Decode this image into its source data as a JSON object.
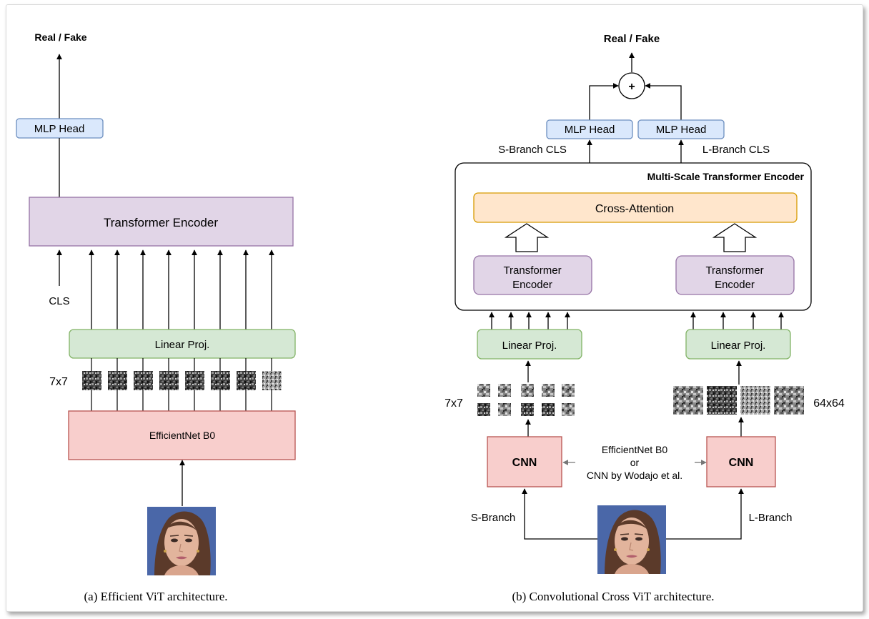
{
  "left": {
    "output_label": "Real / Fake",
    "mlp_head": "MLP Head",
    "transformer_encoder": "Transformer Encoder",
    "cls_label": "CLS",
    "linear_proj": "Linear Proj.",
    "patch_size": "7x7",
    "backbone": "EfficientNet B0",
    "caption": "(a) Efficient ViT architecture."
  },
  "right": {
    "output_label": "Real / Fake",
    "sum_symbol": "+",
    "mlp_head_s": "MLP Head",
    "mlp_head_l": "MLP Head",
    "s_branch_cls": "S-Branch CLS",
    "l_branch_cls": "L-Branch CLS",
    "encoder_title": "Multi-Scale Transformer Encoder",
    "cross_attention": "Cross-Attention",
    "transformer_encoder_s_line1": "Transformer",
    "transformer_encoder_s_line2": "Encoder",
    "transformer_encoder_l_line1": "Transformer",
    "transformer_encoder_l_line2": "Encoder",
    "linear_proj_s": "Linear Proj.",
    "linear_proj_l": "Linear Proj.",
    "patch_size_s": "7x7",
    "patch_size_l": "64x64",
    "cnn_s": "CNN",
    "cnn_l": "CNN",
    "backbone_note_line1": "EfficientNet B0",
    "backbone_note_line2": "or",
    "backbone_note_line3": "CNN by Wodajo et al.",
    "s_branch": "S-Branch",
    "l_branch": "L-Branch",
    "caption": "(b) Convolutional Cross ViT architecture."
  },
  "colors": {
    "mlp_fill": "#dae8fc",
    "mlp_stroke": "#6c8ebf",
    "transformer_fill": "#e1d5e7",
    "transformer_stroke": "#9673a6",
    "linear_fill": "#d5e8d4",
    "linear_stroke": "#82b366",
    "cnn_fill": "#f8cecc",
    "cnn_stroke": "#b85450",
    "cross_fill": "#ffe6cc",
    "cross_stroke": "#d79b00"
  }
}
